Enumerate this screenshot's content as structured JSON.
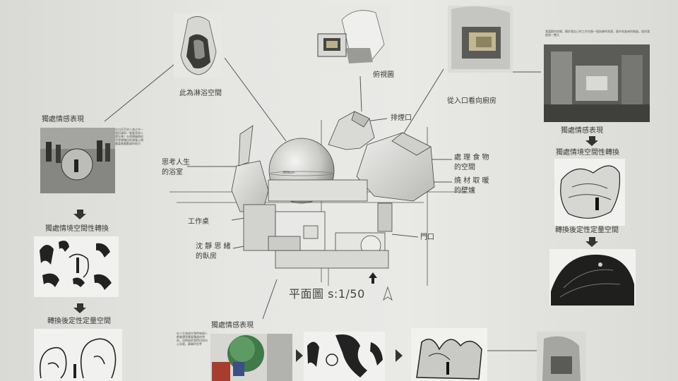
{
  "labels": {
    "shower_space": "此為淋浴空間",
    "bird_eye": "俯視圖",
    "kitchen_view": "從入口看向廚房",
    "exhaust": "排煙口",
    "solitary_left": "獨處情感表現",
    "solitary_right": "獨處情感表現",
    "solitary_bottom": "獨處情感表現",
    "spatial_transform_left": "獨處情境空間性轉換",
    "spatial_transform_right": "獨處情境空間性轉換",
    "quantified_left": "轉換後定性定量空間",
    "quantified_right": "轉換後定性定量空間",
    "thinking_bath": "思考人生\n的浴室",
    "food_space": "處 理 食 物\n的空間",
    "fuel_wall": "燒 材 取 暖\n的壁爐",
    "workbench": "工作桌",
    "calm_bed": "沈 靜 思 緒\n的臥房",
    "door": "門口",
    "floor_plan": "平面圖 s:1/50",
    "dimension": "300cm"
  },
  "paragraphs": {
    "left_text": "在白茫茫的人海之中一個回頭再一看看身邊人還在嗎？在喧鬧擁擠的世界裡獨自的想著心裡最柔軟最脆弱的地方",
    "right_text": "我喜歡的房間，屬於我自己的工作空間一個安靜的角落，窗外吹進來的微風，陪伴我度過一整天",
    "bottom_text": "在人生旅途中我們每個人都會遇到需要獨處的時刻，這時候的我們回到內心深處，靜靜的思考"
  },
  "icons": {
    "north_arrow": "north-arrow-icon",
    "entry_arrow": "entry-arrow-icon"
  },
  "colors": {
    "paper": "#e6e6e3",
    "ink": "#333333",
    "line": "#555555"
  }
}
